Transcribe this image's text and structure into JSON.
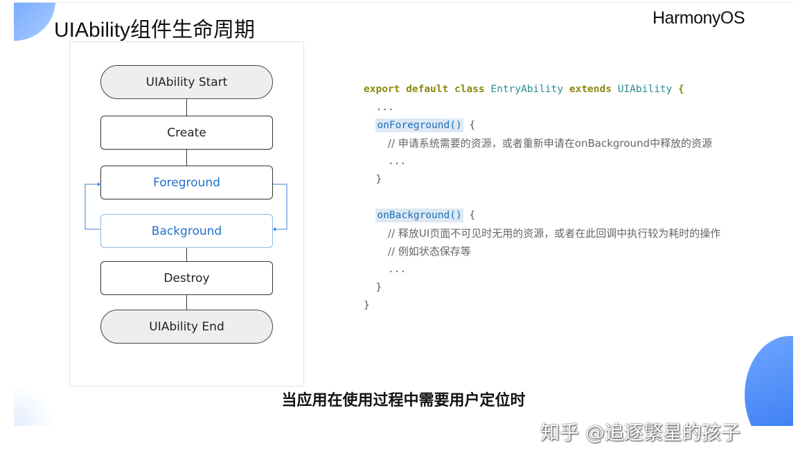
{
  "slide": {
    "title": "UIAbility组件生命周期",
    "logo": "HarmonyOS",
    "accent": "#1f6fd0"
  },
  "diagram": {
    "nodes": [
      "UIAbility Start",
      "Create",
      "Foreground",
      "Background",
      "Destroy",
      "UIAbility End"
    ]
  },
  "code": {
    "l1": {
      "export": "export",
      "default": "default",
      "class": "class",
      "name": "EntryAbility",
      "extends": "extends",
      "base": "UIAbility",
      "brace": " {"
    },
    "l2": "  ...",
    "l3": "onForeground()",
    "l3b": " {",
    "l4": "// 申请系统需要的资源，或者重新申请在onBackground中释放的资源",
    "l5": "    ...",
    "l6": "  }",
    "l8": "onBackground()",
    "l8b": " {",
    "l9": "// 释放UI页面不可见时无用的资源，或者在此回调中执行较为耗时的操作",
    "l10": "// 例如状态保存等",
    "l11": "    ...",
    "l12": "  }",
    "l13": "}"
  },
  "subtitle": "当应用在使用过程中需要用户定位时",
  "watermark": "知乎 @追逐繁星的孩子"
}
